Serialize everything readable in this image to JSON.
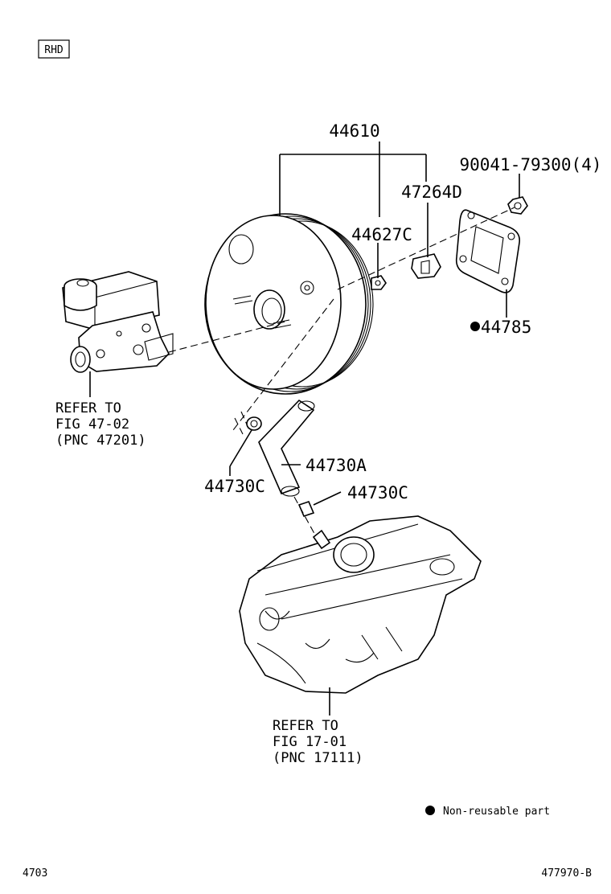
{
  "badge": {
    "label": "RHD"
  },
  "labels": {
    "booster_assy": "44610",
    "bolt": "90041-79300(4)",
    "bracket": "47264D",
    "check_valve_nut": "44627C",
    "gasket": "44785",
    "hose": "44730A",
    "clip_left": "44730C",
    "clip_right": "44730C"
  },
  "references": {
    "master_cylinder": {
      "line1": "REFER TO",
      "line2": "FIG 47-02",
      "line3": "(PNC 47201)"
    },
    "intake_manifold": {
      "line1": "REFER TO",
      "line2": "FIG 17-01",
      "line3": "(PNC 17111)"
    }
  },
  "legend": {
    "text": "Non-reusable part"
  },
  "footer": {
    "page_code": "4703",
    "illustration_id": "477970-B"
  }
}
